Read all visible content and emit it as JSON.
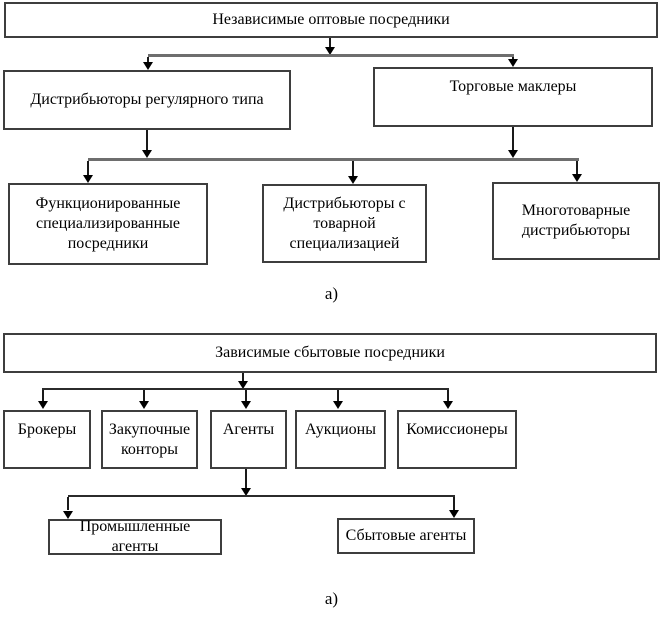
{
  "diagram_top": {
    "root": "Независимые оптовые посредники",
    "children": [
      "Дистрибьюторы регулярного типа",
      "Торговые маклеры"
    ],
    "grandchildren": [
      "Функционированные специализированные посредники",
      "Дистрибьюторы с товарной специализацией",
      "Многотоварные дистрибьюторы"
    ],
    "caption": "а)"
  },
  "diagram_bottom": {
    "root": "Зависимые сбытовые посредники",
    "children": [
      "Брокеры",
      "Закупочные конторы",
      "Агенты",
      "Аукционы",
      "Комиссионеры"
    ],
    "agents_children": [
      "Промышленные агенты",
      "Сбытовые агенты"
    ],
    "caption": "а)"
  },
  "colors": {
    "box_border": "#3e3e3e",
    "rail_top_chart": "#6e6e6e",
    "line": "#1a1a1a",
    "background": "#ffffff",
    "text": "#000000"
  }
}
